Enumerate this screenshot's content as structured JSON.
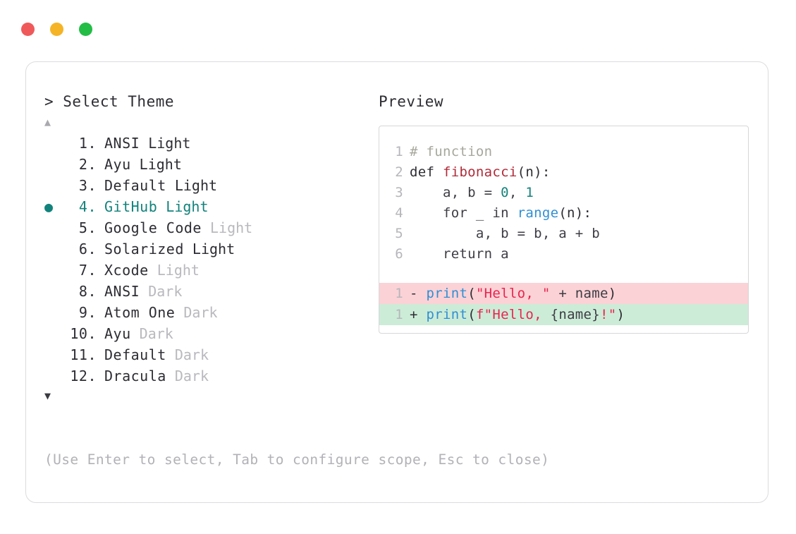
{
  "window": {
    "dots": [
      {
        "name": "close",
        "color": "#f0595a"
      },
      {
        "name": "minimize",
        "color": "#f5b425"
      },
      {
        "name": "maximize",
        "color": "#23bd45"
      }
    ]
  },
  "picker": {
    "prompt": "> Select Theme",
    "scroll_up_icon": "▲",
    "scroll_down_icon": "▼",
    "selected_index": 4,
    "bullet_icon": "●",
    "accent_color": "#12827c",
    "items": [
      {
        "number": "1.",
        "name": "ANSI",
        "variant": "Light",
        "variant_dim": false,
        "selected": false
      },
      {
        "number": "2.",
        "name": "Ayu",
        "variant": "Light",
        "variant_dim": false,
        "selected": false
      },
      {
        "number": "3.",
        "name": "Default",
        "variant": "Light",
        "variant_dim": false,
        "selected": false
      },
      {
        "number": "4.",
        "name": "GitHub",
        "variant": "Light",
        "variant_dim": false,
        "selected": true
      },
      {
        "number": "5.",
        "name": "Google Code",
        "variant": "Light",
        "variant_dim": true,
        "selected": false
      },
      {
        "number": "6.",
        "name": "Solarized",
        "variant": "Light",
        "variant_dim": false,
        "selected": false
      },
      {
        "number": "7.",
        "name": "Xcode",
        "variant": "Light",
        "variant_dim": true,
        "selected": false
      },
      {
        "number": "8.",
        "name": "ANSI",
        "variant": "Dark",
        "variant_dim": true,
        "selected": false
      },
      {
        "number": "9.",
        "name": "Atom One",
        "variant": "Dark",
        "variant_dim": true,
        "selected": false
      },
      {
        "number": "10.",
        "name": "Ayu",
        "variant": "Dark",
        "variant_dim": true,
        "selected": false
      },
      {
        "number": "11.",
        "name": "Default",
        "variant": "Dark",
        "variant_dim": true,
        "selected": false
      },
      {
        "number": "12.",
        "name": "Dracula",
        "variant": "Dark",
        "variant_dim": true,
        "selected": false
      }
    ],
    "hint": "(Use Enter to select, Tab to configure scope, Esc to close)"
  },
  "preview": {
    "label": "Preview",
    "code_lines": [
      {
        "num": "1",
        "tokens": [
          {
            "t": "# function",
            "c": "comment"
          }
        ]
      },
      {
        "num": "2",
        "tokens": [
          {
            "t": "def ",
            "c": "keyword"
          },
          {
            "t": "fibonacci",
            "c": "func"
          },
          {
            "t": "(n):",
            "c": "punct"
          }
        ]
      },
      {
        "num": "3",
        "tokens": [
          {
            "t": "    a, b = ",
            "c": "plain"
          },
          {
            "t": "0",
            "c": "number"
          },
          {
            "t": ", ",
            "c": "plain"
          },
          {
            "t": "1",
            "c": "number"
          }
        ]
      },
      {
        "num": "4",
        "tokens": [
          {
            "t": "    for _ in ",
            "c": "plain"
          },
          {
            "t": "range",
            "c": "builtin"
          },
          {
            "t": "(n):",
            "c": "punct"
          }
        ]
      },
      {
        "num": "5",
        "tokens": [
          {
            "t": "        a, b = b, a + b",
            "c": "plain"
          }
        ]
      },
      {
        "num": "6",
        "tokens": [
          {
            "t": "    return a",
            "c": "plain"
          }
        ]
      }
    ],
    "diff_lines": [
      {
        "num": "1",
        "sign": "-",
        "kind": "del",
        "background": "#fbd2d6",
        "tokens": [
          {
            "t": "print",
            "c": "builtin"
          },
          {
            "t": "(",
            "c": "punct"
          },
          {
            "t": "\"Hello, \"",
            "c": "string"
          },
          {
            "t": " + name",
            "c": "plain"
          },
          {
            "t": ")",
            "c": "punct"
          }
        ]
      },
      {
        "num": "1",
        "sign": "+",
        "kind": "add",
        "background": "#cdecd8",
        "tokens": [
          {
            "t": "print",
            "c": "builtin"
          },
          {
            "t": "(",
            "c": "punct"
          },
          {
            "t": "f\"Hello, ",
            "c": "string"
          },
          {
            "t": "{name}",
            "c": "plain"
          },
          {
            "t": "!\"",
            "c": "string"
          },
          {
            "t": ")",
            "c": "punct"
          }
        ]
      }
    ]
  }
}
